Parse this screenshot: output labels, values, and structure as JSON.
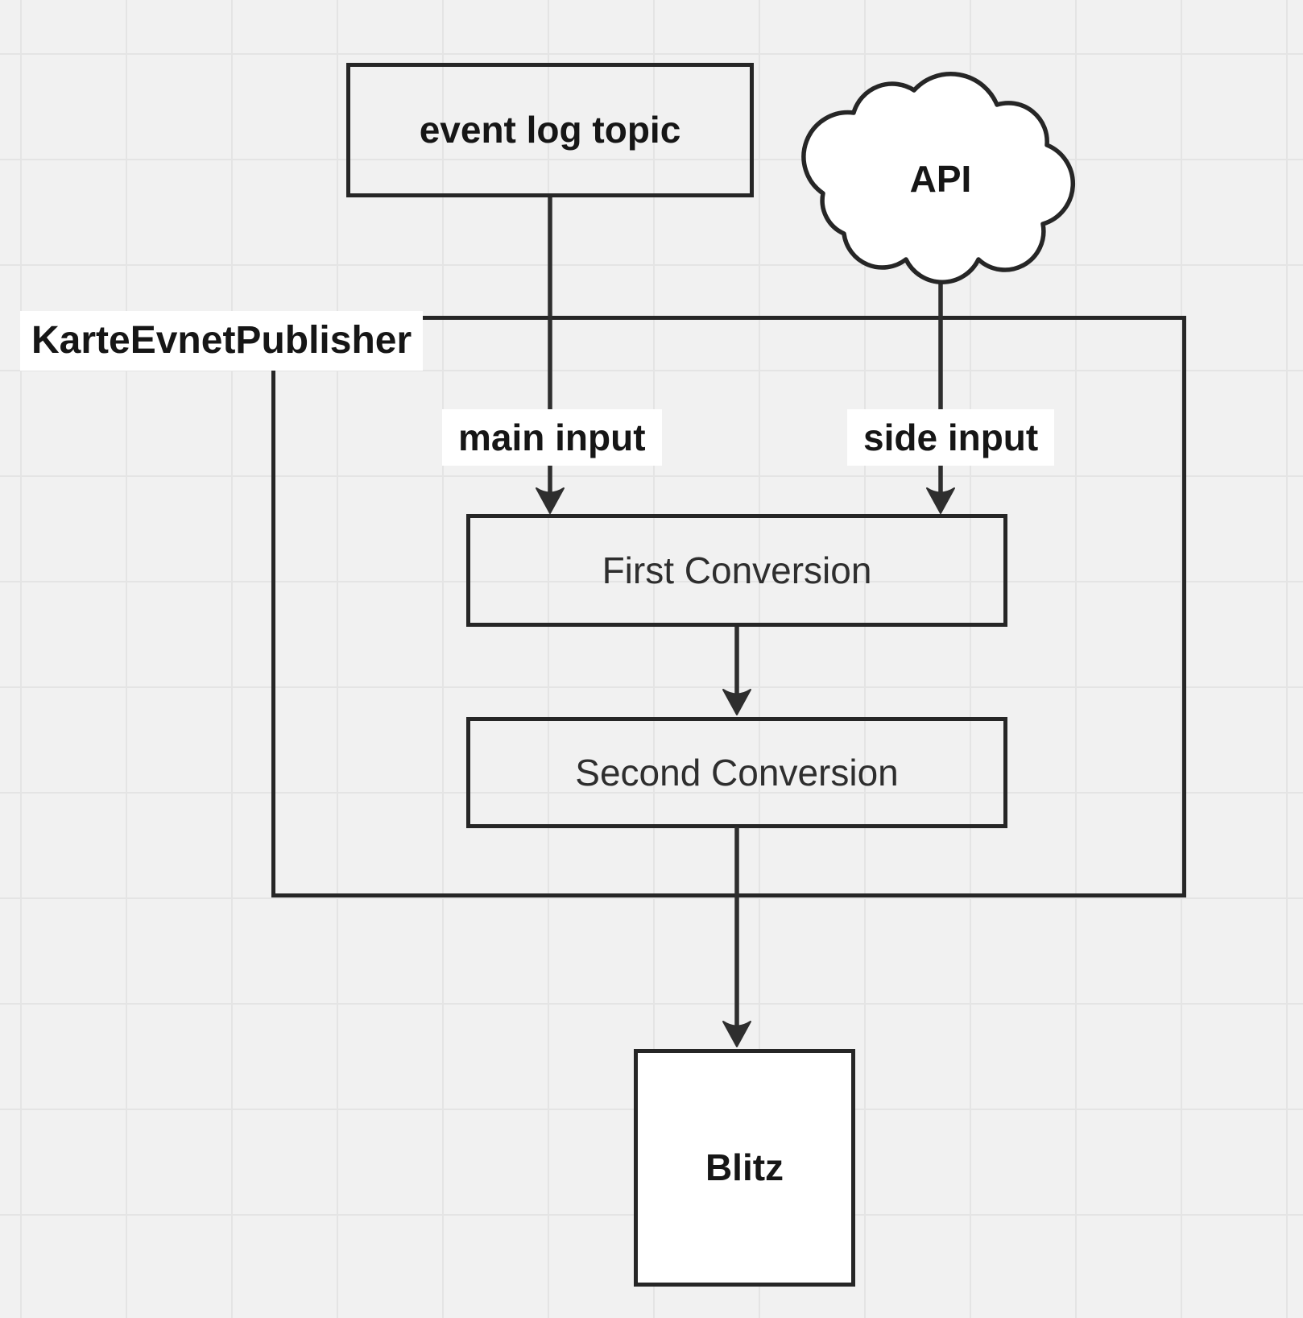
{
  "diagram": {
    "nodes": {
      "event_log_topic": {
        "label": "event log topic",
        "shape": "rectangle"
      },
      "api": {
        "label": "API",
        "shape": "cloud"
      },
      "karte_event_publisher": {
        "label": "KarteEvnetPublisher",
        "shape": "container"
      },
      "first_conversion": {
        "label": "First Conversion",
        "shape": "rectangle"
      },
      "second_conversion": {
        "label": "Second Conversion",
        "shape": "rectangle"
      },
      "blitz": {
        "label": "Blitz",
        "shape": "rectangle"
      }
    },
    "edges": [
      {
        "from": "event_log_topic",
        "to": "first_conversion",
        "label": "main input"
      },
      {
        "from": "api",
        "to": "first_conversion",
        "label": "side input"
      },
      {
        "from": "first_conversion",
        "to": "second_conversion",
        "label": ""
      },
      {
        "from": "second_conversion",
        "to": "blitz",
        "label": ""
      }
    ],
    "colors": {
      "background": "#f1f1f1",
      "grid_line": "#e4e4e4",
      "stroke": "#262626",
      "edge_stroke": "#2e2e2e",
      "node_fill": "#ffffff",
      "label_background": "#ffffff",
      "text": "#161616"
    }
  }
}
